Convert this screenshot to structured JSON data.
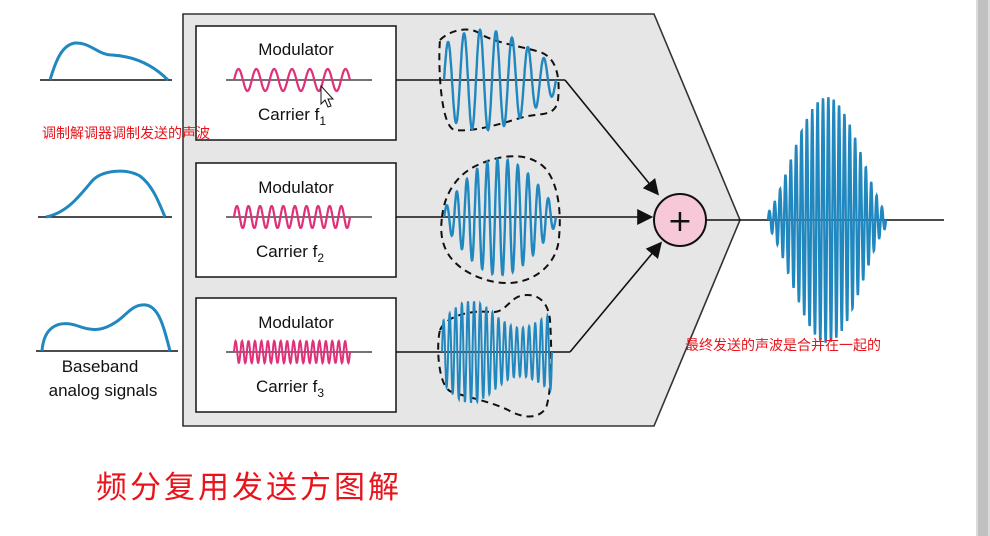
{
  "diagram": {
    "channels": [
      {
        "modulator_label": "Modulator",
        "carrier_label": "Carrier f",
        "carrier_sub": "1"
      },
      {
        "modulator_label": "Modulator",
        "carrier_label": "Carrier f",
        "carrier_sub": "2"
      },
      {
        "modulator_label": "Modulator",
        "carrier_label": "Carrier f",
        "carrier_sub": "3"
      }
    ],
    "baseband_label_line1": "Baseband",
    "baseband_label_line2": "analog signals",
    "combiner_symbol": "+"
  },
  "annotations": {
    "modulator_note": "调制解调器调制发送的声波",
    "combined_note": "最终发送的声波是合并在一起的",
    "caption": "频分复用发送方图解"
  },
  "colors": {
    "carrier_wave": "#e0307a",
    "modulated_wave": "#2187bf",
    "annotation_text": "#e8141b",
    "panel_fill": "#e6e6e6",
    "combiner_fill": "#f6c8d8"
  }
}
